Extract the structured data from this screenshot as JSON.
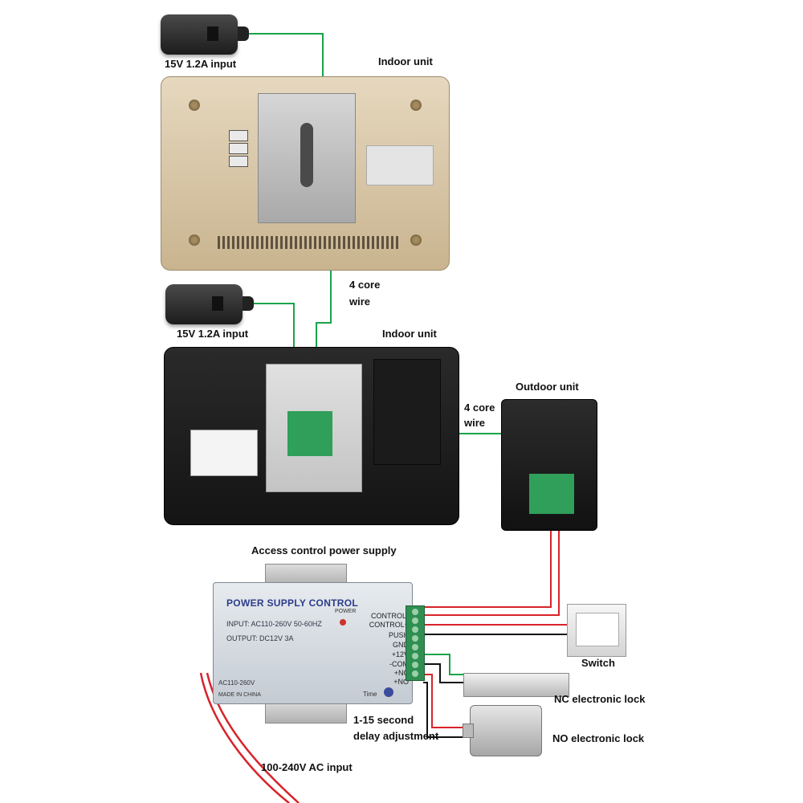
{
  "labels": {
    "adapter1": "15V 1.2A input",
    "indoor1": "Indoor unit",
    "wire1_line1": "4 core",
    "wire1_line2": "wire",
    "adapter2": "15V 1.2A input",
    "indoor2": "Indoor unit",
    "outdoor": "Outdoor unit",
    "wire2_line1": "4 core",
    "wire2_line2": "wire",
    "access_power": "Access control power supply",
    "switch": "Switch",
    "nc_lock": "NC electronic lock",
    "delay_line1": "1-15 second",
    "delay_line2": "delay adjustment",
    "no_lock": "NO electronic lock",
    "ac_input": "100-240V AC input"
  },
  "psu": {
    "title": "POWER SUPPLY CONTROL",
    "power_led": "POWER",
    "input": "INPUT: AC110-260V 50-60HZ",
    "output": "OUTPUT: DC12V  3A",
    "ac": "AC110-260V",
    "made_in": "MADE IN CHINA",
    "time": "Time",
    "terminals": [
      "CONTROL-",
      "CONTROL+",
      "PUSH",
      "GND",
      "+12V",
      "-COM",
      "+NC",
      "+NO"
    ]
  },
  "colors": {
    "green_wire": "#1aa34a",
    "red_wire": "#d8232a",
    "black_wire": "#111111",
    "psu_title": "#2b3b8b"
  }
}
